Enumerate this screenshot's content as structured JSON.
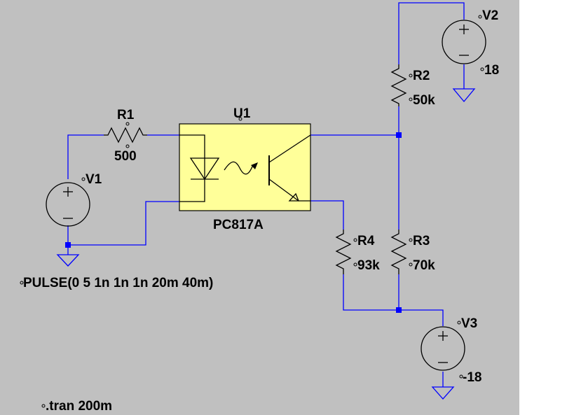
{
  "colors": {
    "background": "#c0c0c0",
    "wire": "#0000ff",
    "symbol": "#000000",
    "optocoupler_fill": "#ffff99"
  },
  "components": {
    "v1": {
      "name": "V1",
      "value": "PULSE(0 5 1n 1n 1n 20m 40m)"
    },
    "r1": {
      "name": "R1",
      "value": "500"
    },
    "u1": {
      "name": "U1",
      "value": "PC817A"
    },
    "v2": {
      "name": "V2",
      "value": "18"
    },
    "r2": {
      "name": "R2",
      "value": "50k"
    },
    "r3": {
      "name": "R3",
      "value": "70k"
    },
    "r4": {
      "name": "R4",
      "value": "93k"
    },
    "v3": {
      "name": "V3",
      "value": "-18"
    }
  },
  "directive": ".tran 200m"
}
